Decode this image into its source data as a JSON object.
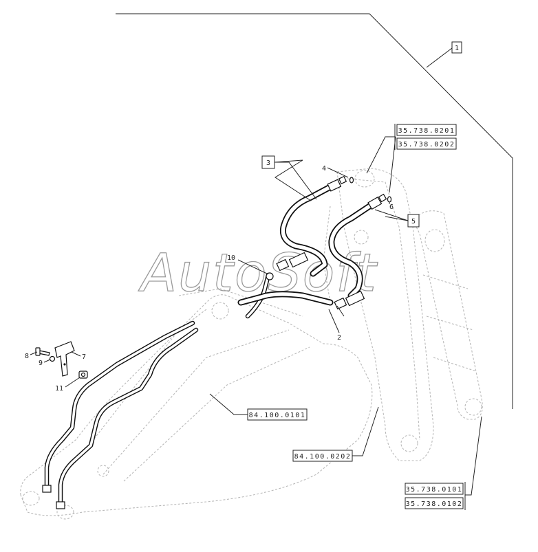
{
  "diagram": {
    "assembly_ref": "1",
    "callouts": {
      "c2": "2",
      "c3": "3",
      "c4": "4",
      "c5": "5",
      "c6": "6",
      "c7": "7",
      "c8": "8",
      "c9": "9",
      "c10": "10",
      "c11": "11"
    },
    "references": {
      "top_a": "35.738.0201",
      "top_b": "35.738.0202",
      "boom": "84.100.0101",
      "arm": "84.100.0202",
      "bottom_a": "35.738.0101",
      "bottom_b": "35.738.0102"
    },
    "watermark": "AutoSoft"
  }
}
